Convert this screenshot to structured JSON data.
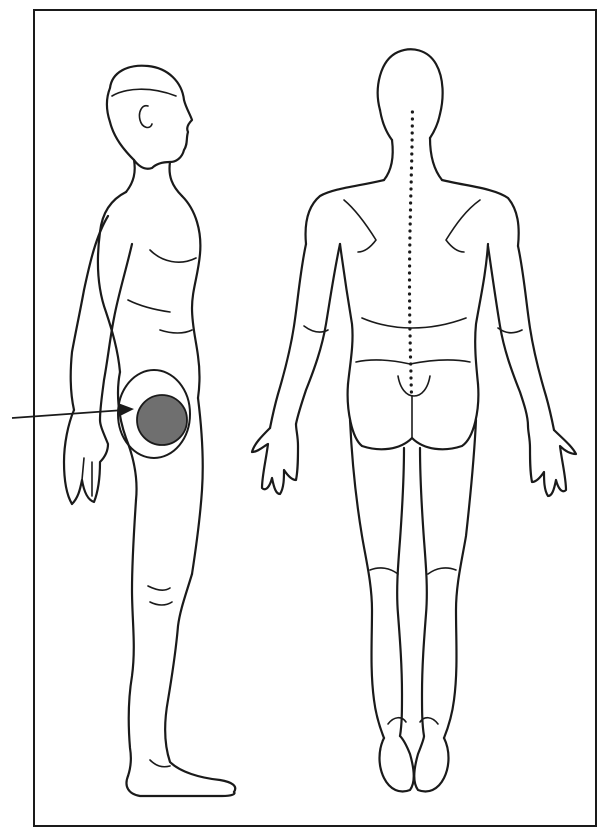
{
  "figure": {
    "views": [
      "side",
      "back"
    ],
    "marker": {
      "shape": "filled-circle",
      "fill_color": "#6f6f6f",
      "ring_color": "#1a1a1a",
      "location": "hip"
    },
    "arrow": {
      "color": "#1a1a1a",
      "points_to": "marker"
    },
    "frame": {
      "stroke_color": "#1a1a1a",
      "background": "#ffffff"
    }
  }
}
